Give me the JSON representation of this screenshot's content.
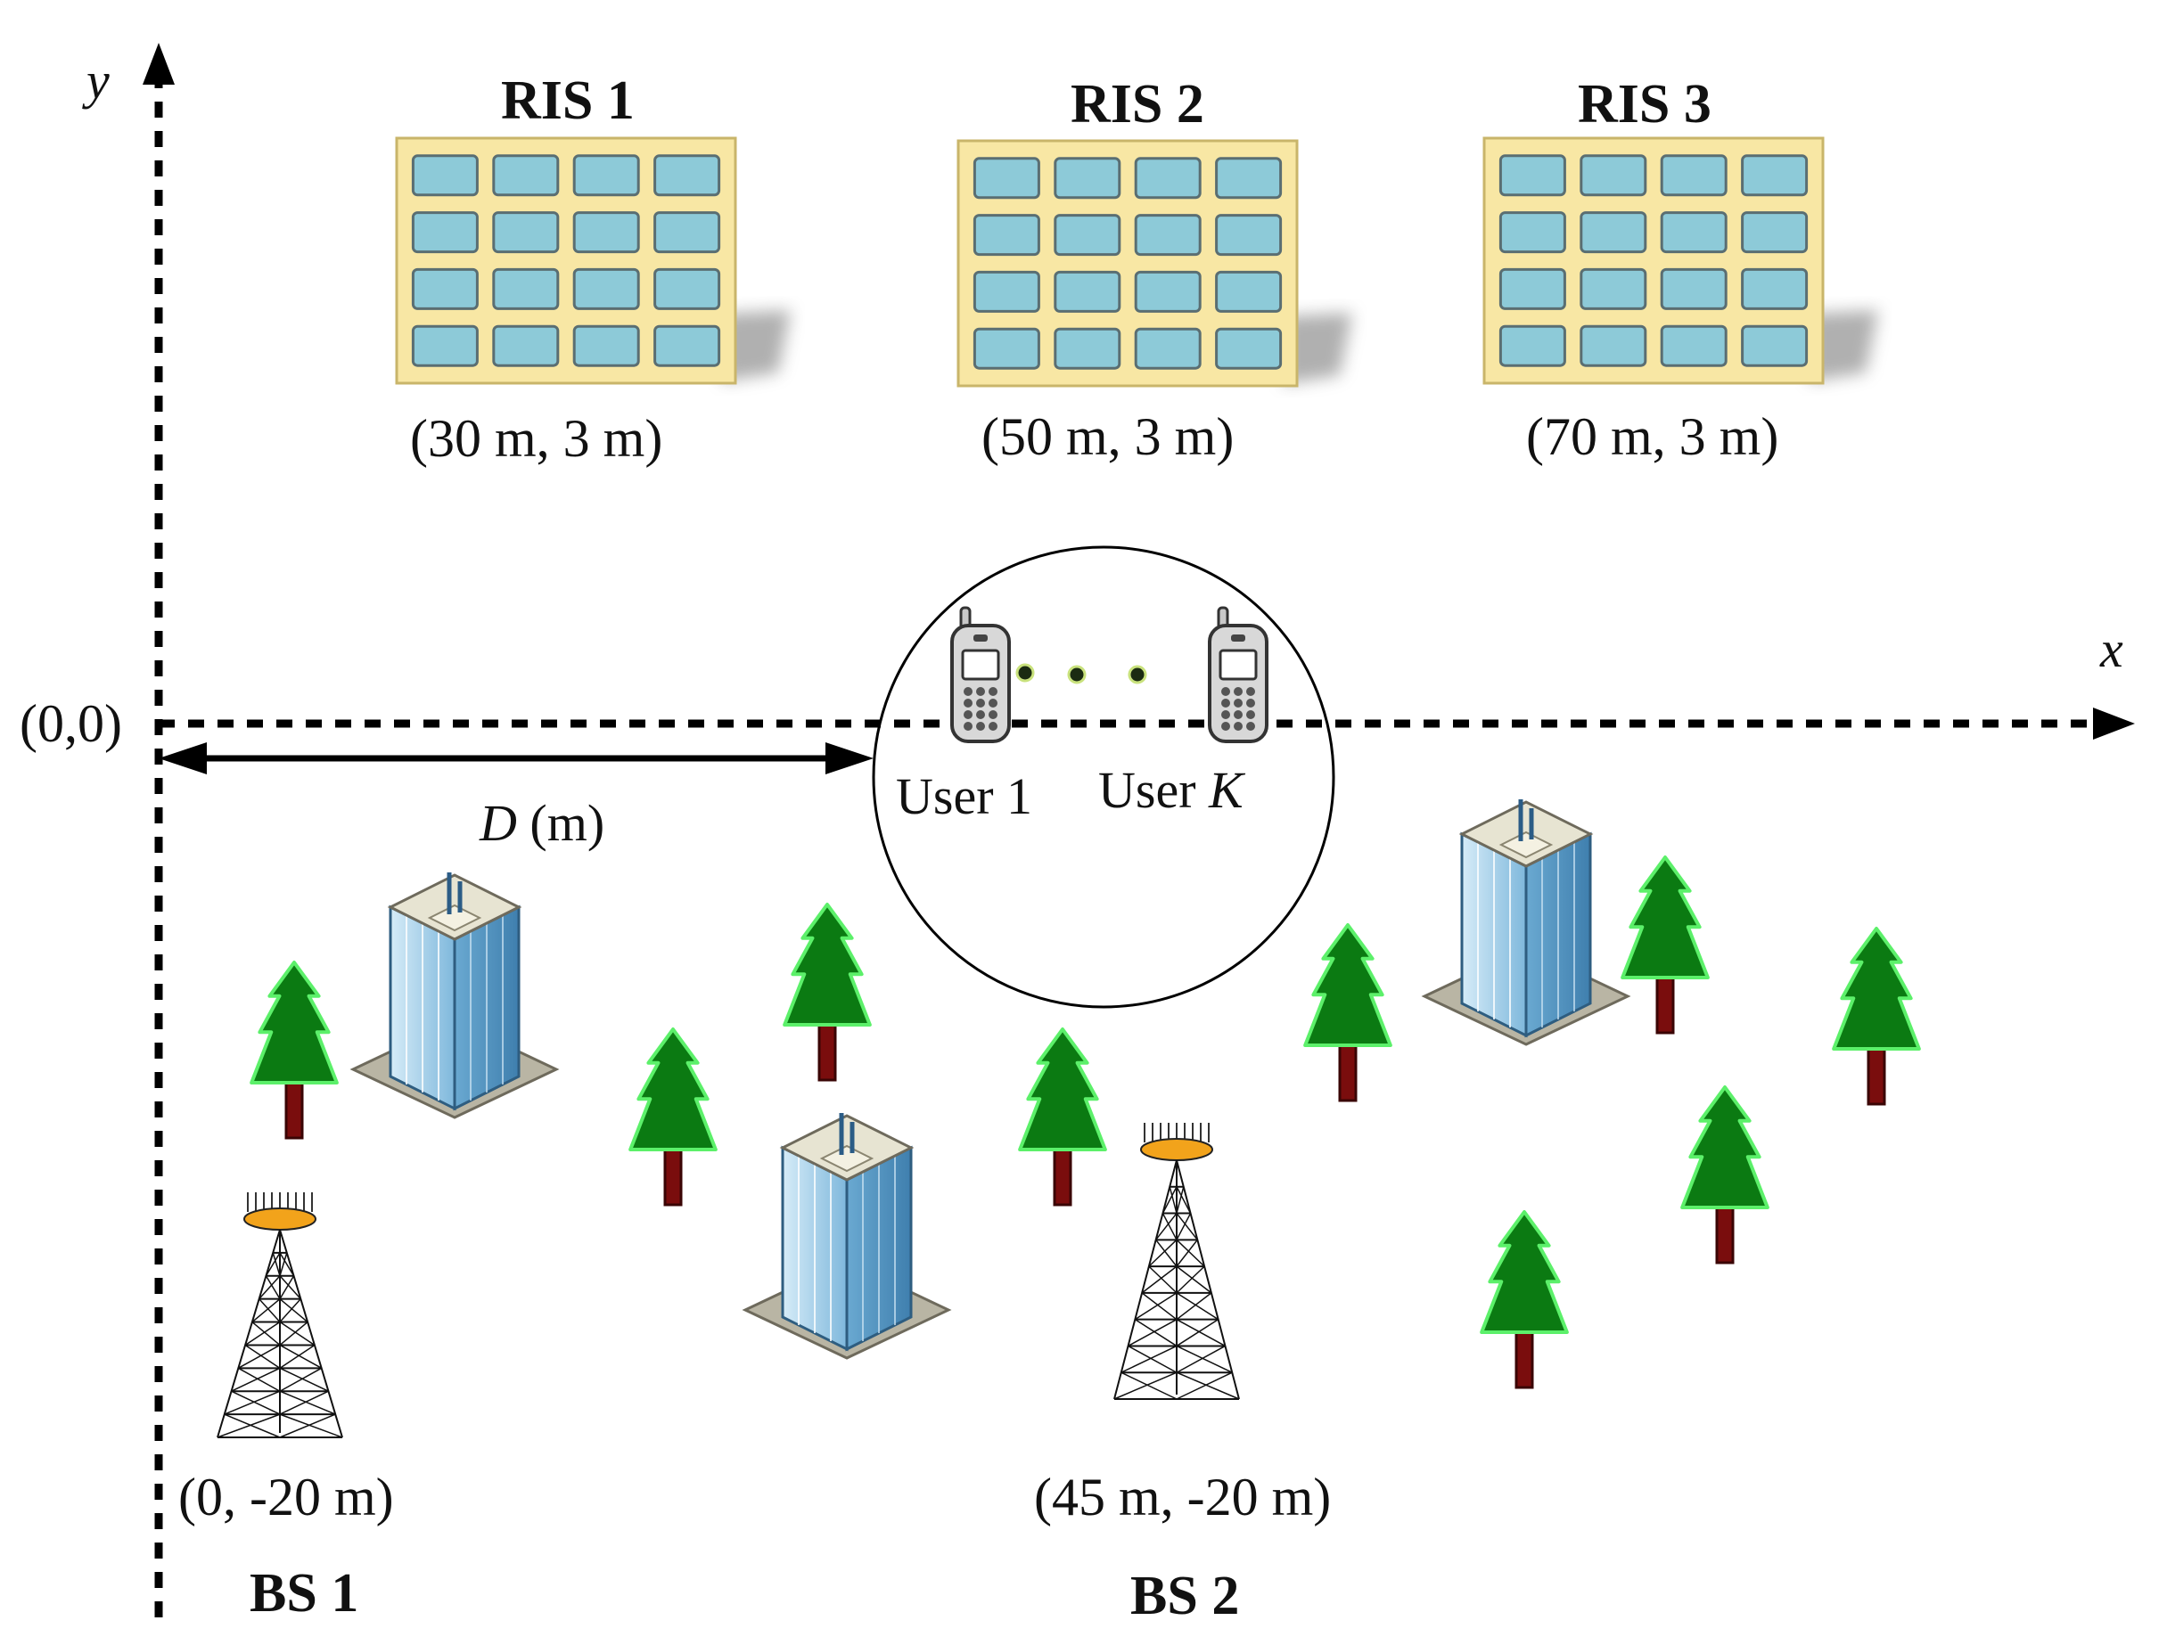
{
  "axes": {
    "y_label": "y",
    "x_label": "x",
    "origin_label": "(0,0)"
  },
  "distance": {
    "symbol": "D",
    "unit": " (m)"
  },
  "ris": [
    {
      "name": "RIS 1",
      "coord": "(30 m, 3 m)"
    },
    {
      "name": "RIS 2",
      "coord": "(50 m, 3 m)"
    },
    {
      "name": "RIS 3",
      "coord": "(70 m, 3 m)"
    }
  ],
  "users": {
    "first": "User 1",
    "last_prefix": "User ",
    "last_symbol": "K"
  },
  "base_stations": [
    {
      "name": "BS 1",
      "coord": "(0, -20 m)"
    },
    {
      "name": "BS 2",
      "coord": "(45 m, -20 m)"
    }
  ],
  "colors": {
    "ris_panel": "#F8E7A4",
    "ris_element": "#8DCAD8",
    "tree_foliage": "#0B7A12",
    "tree_trunk": "#7A0D0D",
    "building_glass": "#8FC6E4",
    "tower_top": "#F2A31B"
  }
}
